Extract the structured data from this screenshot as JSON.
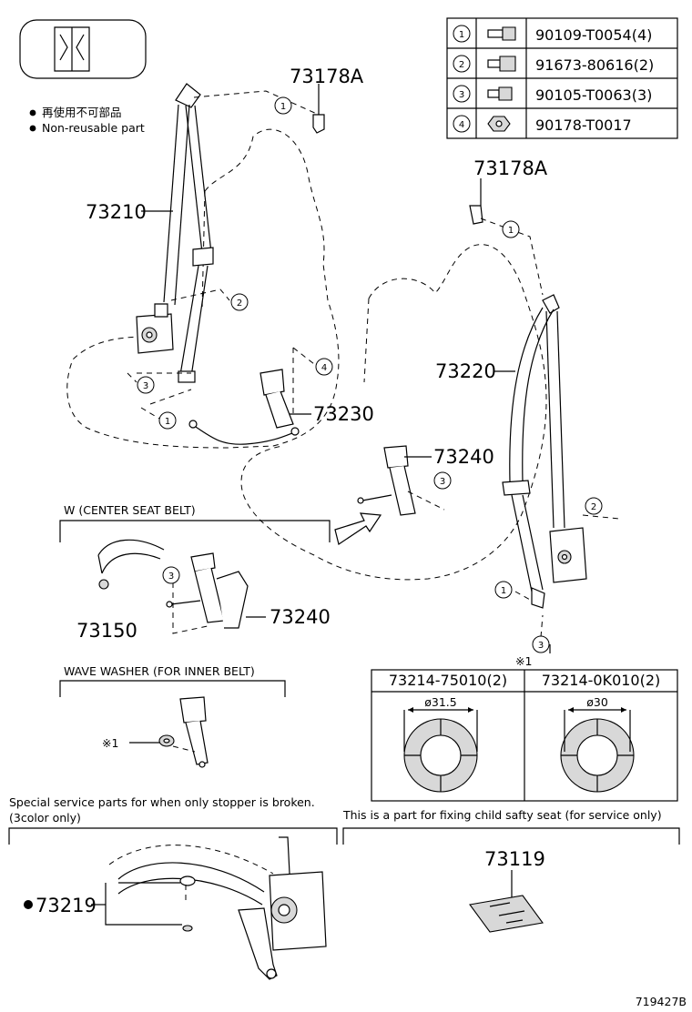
{
  "legend": {
    "jp_label": "再使用不可部品",
    "en_label": "Non-reusable part"
  },
  "parts_table": [
    {
      "num": "1",
      "part": "90109-T0054(4)"
    },
    {
      "num": "2",
      "part": "91673-80616(2)"
    },
    {
      "num": "3",
      "part": "90105-T0063(3)"
    },
    {
      "num": "4",
      "part": "90178-T0017"
    }
  ],
  "callouts": {
    "p73178A_top": "73178A",
    "p73178A_right": "73178A",
    "p73210": "73210",
    "p73220": "73220",
    "p73230": "73230",
    "p73240_main": "73240",
    "p73240_center": "73240",
    "p73150": "73150",
    "p73219": "73219",
    "p73119": "73119"
  },
  "circle_refs": {
    "c1a": "1",
    "c2a": "2",
    "c3a": "3",
    "c1b": "1",
    "c4a": "4",
    "c1c": "1",
    "c3b": "3",
    "c2b": "2",
    "c1d": "1",
    "c3c": "3",
    "c3d": "3"
  },
  "sections": {
    "center_belt": "W (CENTER SEAT BELT)",
    "wave_washer": "WAVE WASHER (FOR INNER BELT)",
    "special_service_line1": "Special service parts for when only stopper is broken.",
    "special_service_line2": "(3color only)",
    "child_seat": "This is a part for fixing child safty seat (for service only)"
  },
  "washer_table": {
    "headers": [
      "73214-75010(2)",
      "73214-0K010(2)"
    ],
    "diameters": [
      "ø31.5",
      "ø30"
    ]
  },
  "marks": {
    "ref_mark_top": "※1",
    "ref_mark_left": "※1"
  },
  "diagram_id": "719427B"
}
